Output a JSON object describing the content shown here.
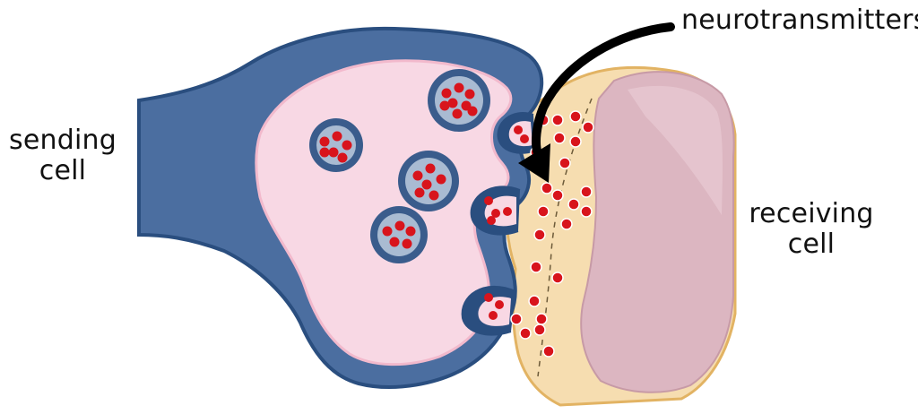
{
  "labels": {
    "neurotransmitters": "neurotransmitters",
    "sending_line1": "sending",
    "sending_line2": "cell",
    "receiving_line1": "receiving",
    "receiving_line2": "cell"
  },
  "colors": {
    "sending_membrane": "#2a4e7f",
    "sending_body": "#4b6ea0",
    "sending_inner": "#f8d8e4",
    "vesicle_outer": "#3a5c8c",
    "vesicle_inner": "#a9bbd2",
    "molecule": "#d8141c",
    "receiving_outer": "#f6ddb0",
    "receiving_edge": "#e2b363",
    "receiving_inner": "#ddb8c3",
    "arrow": "#000000"
  }
}
